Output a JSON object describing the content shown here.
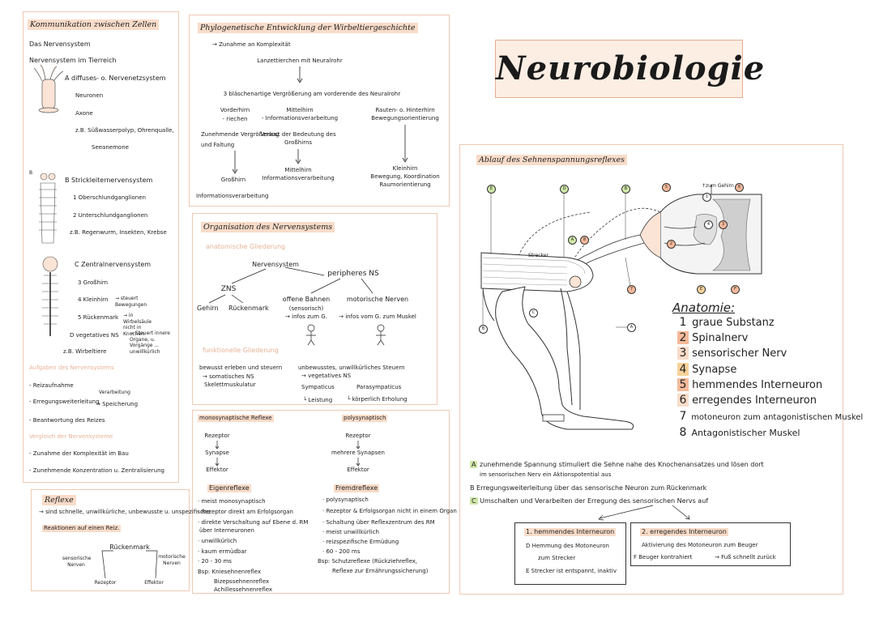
{
  "title": "Neurobiologie",
  "p1": {
    "heading": "Kommunikation zwischen Zellen",
    "l1": "Das Nervensystem",
    "l2": "Nervensystem im Tierreich",
    "a_title": "A  diffuses- o. Nervenetzsystem",
    "a1": "Neuronen",
    "a2": "Axone",
    "a3": "z.B. Süßwasserpolyp, Ohrenqualle,",
    "a4": "Seeanemone",
    "b_label": "B",
    "b_title": "B  Strickleiternervensystem",
    "b1": "1  Oberschlundganglionen",
    "b2": "2  Unterschlundganglionen",
    "b3": "z.B. Regenwurm, Insekten, Krebse",
    "c_title": "C  Zentralnervensystem",
    "c1": "3  Großhirn",
    "c2": "4  Kleinhirn",
    "c2n": "→ steuert Bewegungen",
    "c3": "5  Rückenmark",
    "c3n": "→ in Wirbelsäule nicht in Knochen",
    "d1": "D  vegetatives NS",
    "d1n": "→ Steuert innere Organe, u. Vorgänge ... unwillkürlich",
    "c4": "z.B. Wirbeltiere",
    "tasks_h": "Aufgaben des Nervensystems",
    "t1": "- Reizaufnahme",
    "t2a": "Verarbeitung",
    "t2": "- Erregungsweiterleitung",
    "t2b": "→ Speicherung",
    "t3": "- Beantwortung des Reizes",
    "cmp_h": "Vergleich der Nervensysteme",
    "cmp1": "- Zunahme der Komplexität im Bau",
    "cmp2": "- Zunehmende Konzentration u. Zentralisierung"
  },
  "p2": {
    "heading": "Phylogenetische Entwicklung der Wirbeltiergeschichte",
    "l1": "→ Zunahme an Komplexität",
    "l2": "Lanzettierchen mit Neuralrohr",
    "l3": "3 bläschenartige Vergrößerung am vorderende des Neuralrohr",
    "c1": "Vorderhirn",
    "c1b": "- riechen",
    "c2": "Mittelhirn",
    "c2b": "- Informationsverarbeitung",
    "c3": "Rauten- o. Hinterhirn",
    "c3b": "Bewegungsorientierung",
    "c1c": "Zunehmende Vergrößerung",
    "c1d": "und Faltung",
    "c2c": "Verlust der Bedeutung des",
    "c2d": "Großhirns",
    "r1": "Großhirn",
    "r2": "Mittelhirn",
    "r2b": "Informationsverarbeitung",
    "r3": "Kleinhirn",
    "r3b": "Bewegung, Koordination",
    "r3c": "Raumorientierung",
    "footer": "Informationsverarbeitung"
  },
  "p3": {
    "heading": "Organisation des Nervensystems",
    "sub1": "anatomische Gliederung",
    "root": "Nervensystem",
    "zns": "ZNS",
    "pns": "peripheres NS",
    "g1": "Gehirn",
    "g2": "Rückenmark",
    "g3": "offene Bahnen",
    "g3b": "(sensorisch)",
    "g3c": "→ infos zum G.",
    "g4": "motorische Nerven",
    "g4c": "→ infos vom G. zum Muskel",
    "sub2": "funktionelle Gliederung",
    "f1": "bewusst erleben und steuern",
    "f1b": "→ somatisches NS",
    "f1c": "Skelettmuskulatur",
    "f2": "unbewusstes, unwillkürliches Steuern",
    "f2b": "→ vegetatives NS",
    "f2c": "Sympaticus",
    "f2d": "Parasympaticus",
    "f2e": "└ Leistung",
    "f2f": "└ körperlich Erholung"
  },
  "p4": {
    "h1": "monosynaptische Reflexe",
    "m1": "Rezeptor",
    "m2": "Synapse",
    "m3": "Effektor",
    "h2": "polysynaptisch",
    "q1": "Rezeptor",
    "q2": "mehrere Synapsen",
    "q3": "Effektor",
    "h3": "Eigenreflexe",
    "e1": "· meist monosynaptisch",
    "e2": "· Rezeptor direkt am Erfolgsorgan",
    "e3": "· direkte Verschaltung auf Ebene d. RM",
    "e3b": "  über Interneuronen",
    "e4": "· unwillkürlich",
    "e5": "· kaum ermüdbar",
    "e6": "· 20 - 30 ms",
    "e7": "Bsp: Kniesehnenreflex",
    "e8": "Bizepssehnenreflex",
    "e9": "Achillessehnenreflex",
    "h4": "Fremdreflexe",
    "x1": "· polysynaptisch",
    "x2": "· Rezeptor & Erfolgsorgan nicht in einem Organ",
    "x3": "· Schaltung über Reflexzentrum des RM",
    "x4": "· meist unwillkürlich",
    "x5": "· reizspezifische Ermüdung",
    "x6": "· 60 - 200 ms",
    "x7": "Bsp: Schutzreflexe (Rückziehreflex,",
    "x8": "Reflexe zur Ernährungssicherung)"
  },
  "p5": {
    "heading": "Reflexe",
    "l1": "→ sind schnelle, unwillkürliche, unbewusste u. unspezifische",
    "l2": "Reaktionen auf einen Reiz.",
    "rm": "Rückenmark",
    "sn": "sensorische Nerven",
    "mn": "motorische Nerven",
    "rz": "Rezeptor",
    "ef": "Effektor"
  },
  "p6": {
    "heading": "Ablauf des Sehnenspannungsreflexes",
    "strecker": "Strecker",
    "gehirn": "↑zum Gehirn",
    "anat_h": "Anatomie:",
    "anat": [
      {
        "n": "1",
        "t": "graue Substanz"
      },
      {
        "n": "2",
        "t": "Spinalnerv"
      },
      {
        "n": "3",
        "t": "sensorischer Nerv"
      },
      {
        "n": "4",
        "t": "Synapse"
      },
      {
        "n": "5",
        "t": "hemmendes Interneuron"
      },
      {
        "n": "6",
        "t": "erregendes Interneuron"
      },
      {
        "n": "7",
        "t": "motoneuron zum antagonistischen Muskel"
      },
      {
        "n": "8",
        "t": "Antagonistischer Muskel"
      }
    ],
    "pa_k": "A",
    "pa": "zunehmende Spannung stimuliert die Sehne nahe des Knochenansatzes und lösen dort",
    "pa2": "im sensorischen Nerv ein Aktionspotential aus",
    "pb_k": "B",
    "pb": "Erregungsweiterleitung über das sensorische Neuron zum Rückenmark",
    "pc_k": "C",
    "pc": "Umschalten und Verarbeiten der Erregung des sensorischen Nervs auf",
    "bx1_h": "1. hemmendes Interneuron",
    "bx1_d": "D  Hemmung des Motoneuron",
    "bx1_d2": "zum Strecker",
    "bx1_e": "E  Strecker ist entspannt, inaktiv",
    "bx2_h": "2. erregendes Interneuron",
    "bx2_a": "Aktivierung des Motoneuron zum Beuger",
    "bx2_f": "F  Beuger kontrahiert",
    "bx2_f2": "→ Fuß schnellt zurück"
  }
}
